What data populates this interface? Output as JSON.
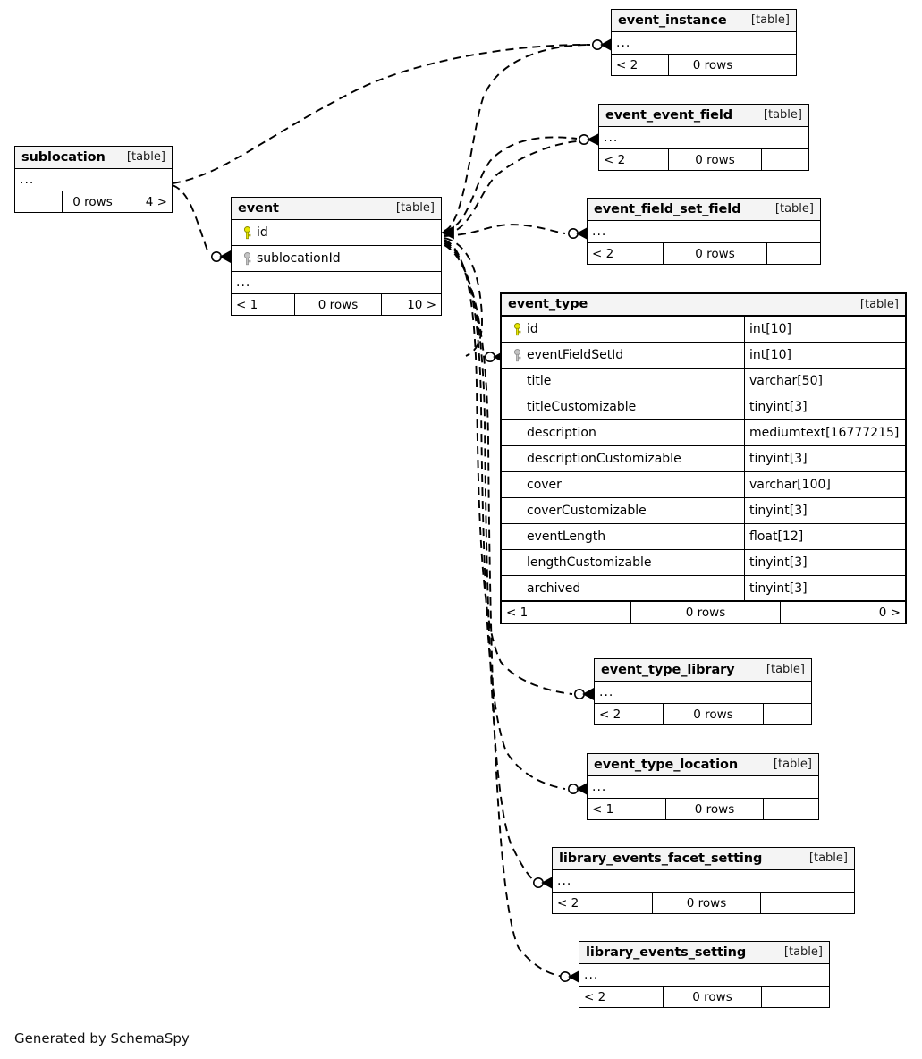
{
  "diagram": {
    "title": "SchemaSpy relationships diagram",
    "credit": "Generated by SchemaSpy",
    "table_tag": "[table]",
    "ellipsis": "...",
    "rows_suffix": "0 rows"
  },
  "legend": {
    "primary_key_icon": "yellow-key-icon",
    "foreign_key_icon": "gray-key-icon",
    "primary_key_color": "#e8e800",
    "foreign_key_color": "#b4b4b4",
    "header_fill": "#f4f4f4",
    "border_color": "#000000",
    "edge_color": "#000000",
    "background": "#ffffff"
  },
  "tables": [
    {
      "id": "sublocation",
      "name": "sublocation",
      "tag": "[table]",
      "collapsed": true,
      "ellipsis": "...",
      "footer": {
        "left": "",
        "center": "0 rows",
        "right": "4 >"
      }
    },
    {
      "id": "event",
      "name": "event",
      "tag": "[table]",
      "collapsed": false,
      "ellipsis": "...",
      "columns": [
        {
          "key": "primary",
          "name": "id",
          "type": ""
        },
        {
          "key": "foreign",
          "name": "sublocationId",
          "type": ""
        }
      ],
      "footer": {
        "left": "< 1",
        "center": "0 rows",
        "right": "10 >"
      }
    },
    {
      "id": "event_instance",
      "name": "event_instance",
      "tag": "[table]",
      "collapsed": true,
      "ellipsis": "...",
      "footer": {
        "left": "< 2",
        "center": "0 rows",
        "right": ""
      }
    },
    {
      "id": "event_event_field",
      "name": "event_event_field",
      "tag": "[table]",
      "collapsed": true,
      "ellipsis": "...",
      "footer": {
        "left": "< 2",
        "center": "0 rows",
        "right": ""
      }
    },
    {
      "id": "event_field_set_field",
      "name": "event_field_set_field",
      "tag": "[table]",
      "collapsed": true,
      "ellipsis": "...",
      "footer": {
        "left": "< 2",
        "center": "0 rows",
        "right": ""
      }
    },
    {
      "id": "event_type",
      "name": "event_type",
      "tag": "[table]",
      "collapsed": false,
      "columns": [
        {
          "key": "primary",
          "name": "id",
          "type": "int[10]"
        },
        {
          "key": "foreign",
          "name": "eventFieldSetId",
          "type": "int[10]"
        },
        {
          "key": "none",
          "name": "title",
          "type": "varchar[50]"
        },
        {
          "key": "none",
          "name": "titleCustomizable",
          "type": "tinyint[3]"
        },
        {
          "key": "none",
          "name": "description",
          "type": "mediumtext[16777215]"
        },
        {
          "key": "none",
          "name": "descriptionCustomizable",
          "type": "tinyint[3]"
        },
        {
          "key": "none",
          "name": "cover",
          "type": "varchar[100]"
        },
        {
          "key": "none",
          "name": "coverCustomizable",
          "type": "tinyint[3]"
        },
        {
          "key": "none",
          "name": "eventLength",
          "type": "float[12]"
        },
        {
          "key": "none",
          "name": "lengthCustomizable",
          "type": "tinyint[3]"
        },
        {
          "key": "none",
          "name": "archived",
          "type": "tinyint[3]"
        }
      ],
      "footer": {
        "left": "< 1",
        "center": "0 rows",
        "right": "0 >"
      }
    },
    {
      "id": "event_type_library",
      "name": "event_type_library",
      "tag": "[table]",
      "collapsed": true,
      "ellipsis": "...",
      "footer": {
        "left": "< 2",
        "center": "0 rows",
        "right": ""
      }
    },
    {
      "id": "event_type_location",
      "name": "event_type_location",
      "tag": "[table]",
      "collapsed": true,
      "ellipsis": "...",
      "footer": {
        "left": "< 1",
        "center": "0 rows",
        "right": ""
      }
    },
    {
      "id": "library_events_facet_setting",
      "name": "library_events_facet_setting",
      "tag": "[table]",
      "collapsed": true,
      "ellipsis": "...",
      "footer": {
        "left": "< 2",
        "center": "0 rows",
        "right": ""
      }
    },
    {
      "id": "library_events_setting",
      "name": "library_events_setting",
      "tag": "[table]",
      "collapsed": true,
      "ellipsis": "...",
      "footer": {
        "left": "< 2",
        "center": "0 rows",
        "right": ""
      }
    }
  ],
  "relationships": [
    {
      "from": "sublocation",
      "to": "event_instance",
      "style": "dashed"
    },
    {
      "from": "sublocation",
      "to": "event",
      "style": "dashed"
    },
    {
      "from": "event",
      "to": "event_instance",
      "style": "dashed"
    },
    {
      "from": "event",
      "to": "event_event_field",
      "style": "dashed"
    },
    {
      "from": "event",
      "to": "event_event_field",
      "style": "dashed"
    },
    {
      "from": "event",
      "to": "event_field_set_field",
      "style": "dashed"
    },
    {
      "from": "event",
      "to": "event_type",
      "style": "dashed"
    },
    {
      "from": "event",
      "to": "event_type_library",
      "style": "dashed"
    },
    {
      "from": "event",
      "to": "event_type_location",
      "style": "dashed"
    },
    {
      "from": "event",
      "to": "library_events_facet_setting",
      "style": "dashed"
    },
    {
      "from": "event",
      "to": "library_events_setting",
      "style": "dashed"
    }
  ]
}
